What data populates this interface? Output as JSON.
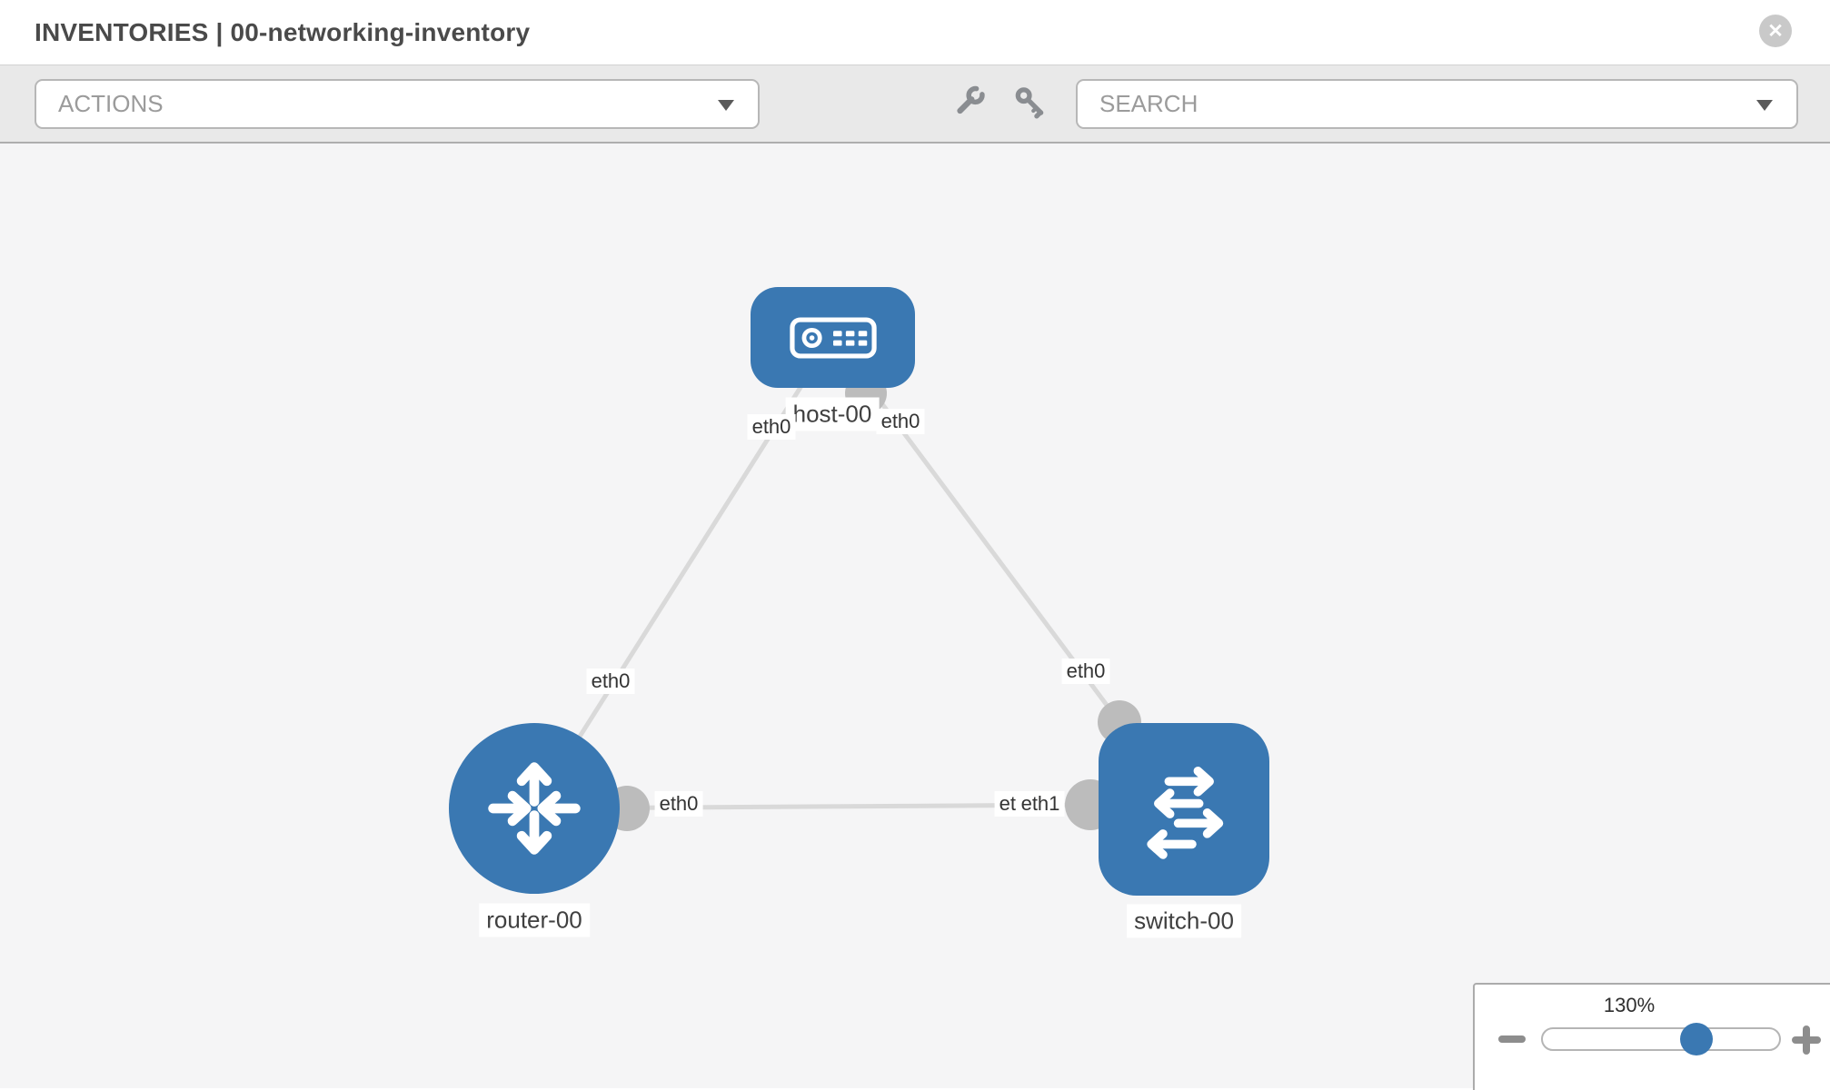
{
  "header": {
    "title": "INVENTORIES | 00-networking-inventory",
    "close_icon": "x-circle"
  },
  "toolbar": {
    "actions": {
      "label": "ACTIONS"
    },
    "search": {
      "label": "SEARCH"
    },
    "tool_icons": [
      "wrench",
      "key"
    ]
  },
  "topology": {
    "nodes": [
      {
        "label": "host-00",
        "type": "host"
      },
      {
        "label": "router-00",
        "type": "router"
      },
      {
        "label": "switch-00",
        "type": "switch"
      }
    ],
    "links": [
      {
        "from": "host-00",
        "to": "router-00",
        "from_if": "eth0",
        "to_if": "eth0"
      },
      {
        "from": "host-00",
        "to": "switch-00",
        "from_if": "eth0",
        "to_if": "eth0"
      },
      {
        "from": "router-00",
        "to": "switch-00",
        "from_if": "eth0",
        "to_if": "eth1"
      }
    ],
    "iface_labels": [
      {
        "node": "host-00",
        "text": "eth0"
      },
      {
        "node": "host-00",
        "text": "eth0"
      },
      {
        "node": "router-00",
        "text": "eth0"
      },
      {
        "node": "router-00",
        "text": "eth0"
      },
      {
        "node": "switch-00",
        "text": "eth0"
      },
      {
        "node": "switch-00",
        "text": "eth0"
      },
      {
        "node": "switch-00",
        "text": "eth1"
      }
    ]
  },
  "zoom_control": {
    "level": "130%",
    "zoom_out_icon": "minus",
    "zoom_in_icon": "plus"
  },
  "colors": {
    "node_blue": "#3a78b2",
    "link_gray": "#d9d9d9",
    "endpoint_gray": "#bcbcbc",
    "toolbar_bg": "#e9e9e9",
    "canvas_bg": "#f5f5f6"
  }
}
